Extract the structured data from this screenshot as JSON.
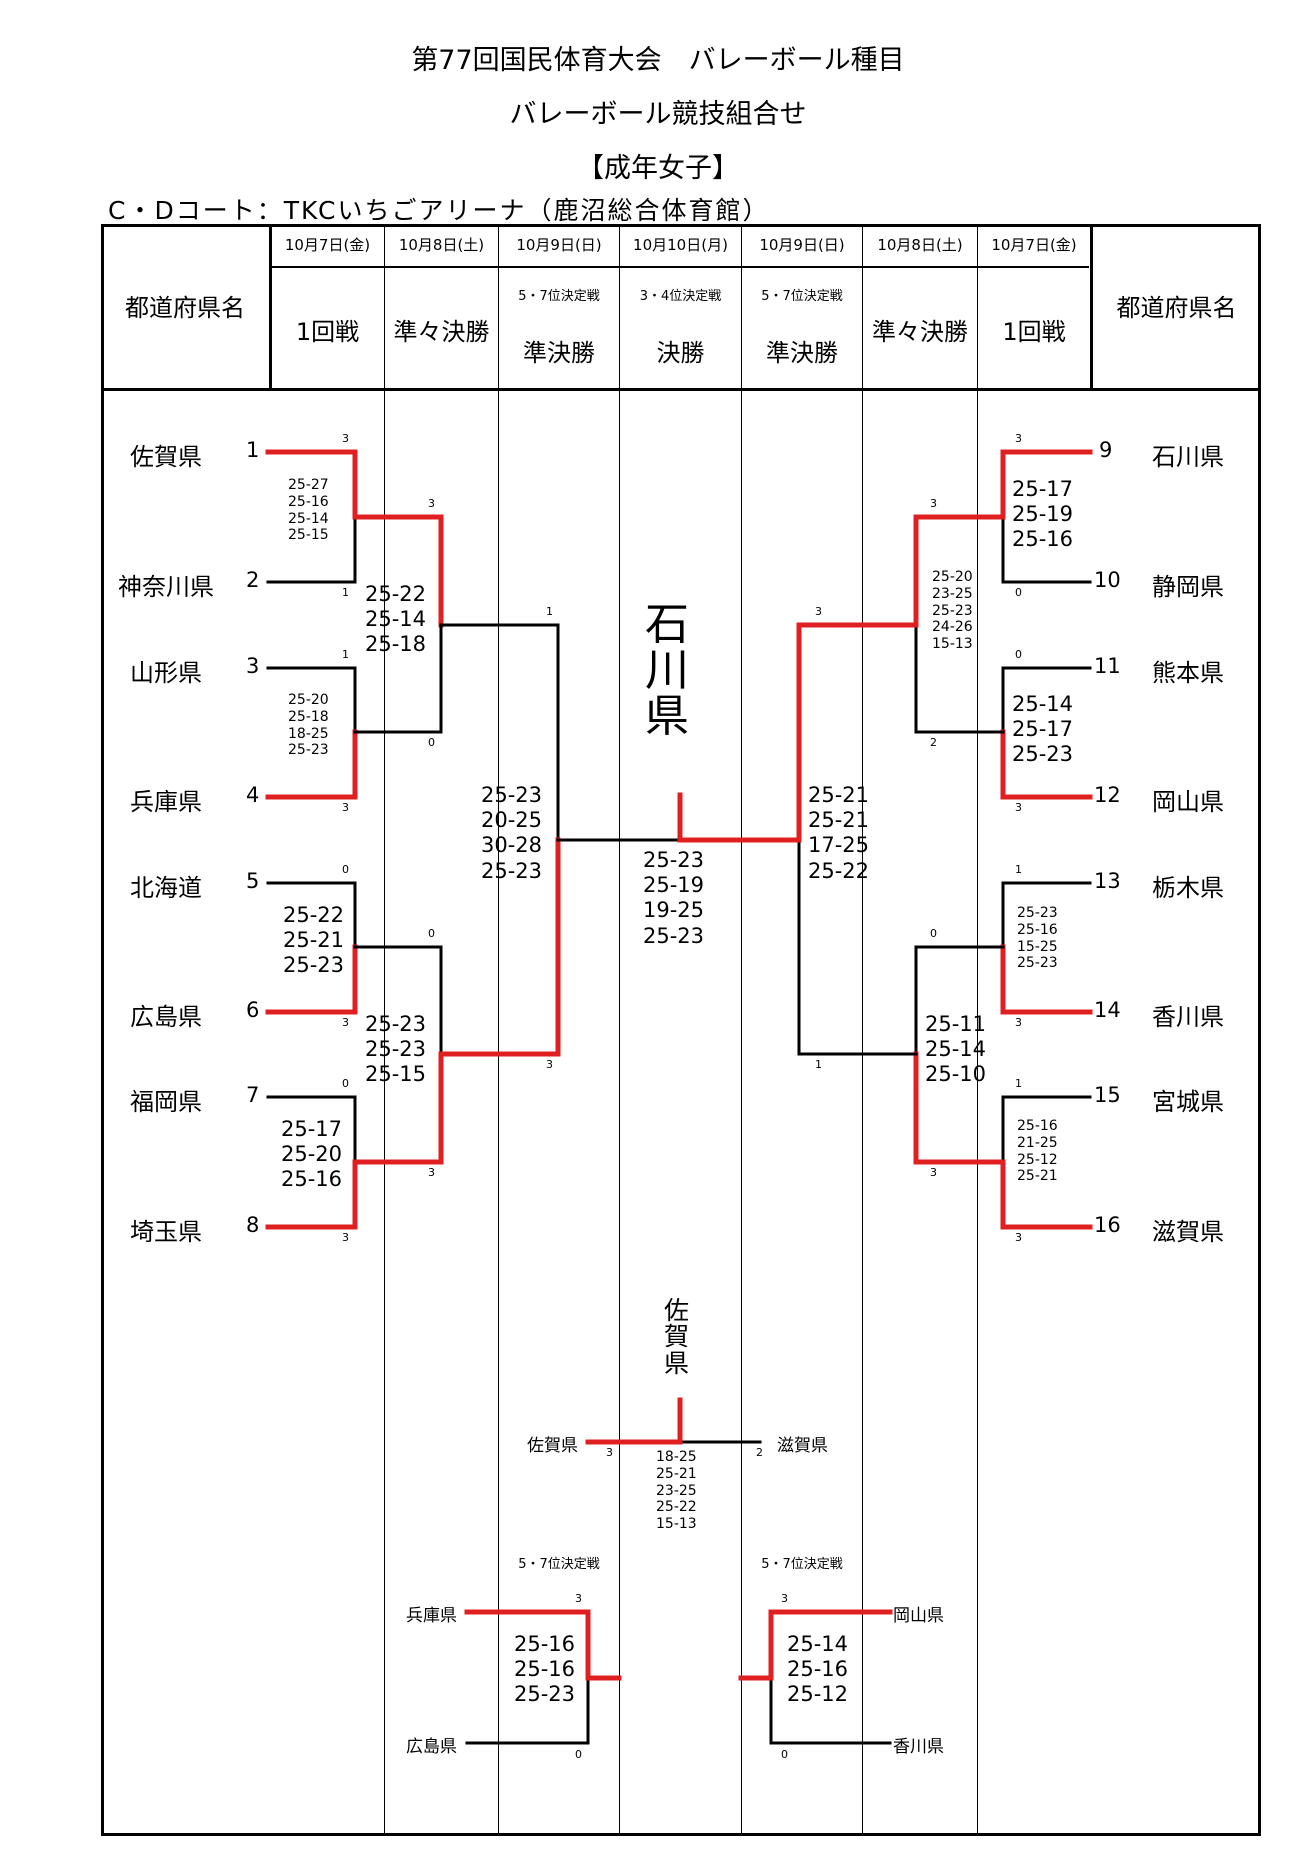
{
  "header": {
    "title": "第77回国民体育大会　バレーボール種目",
    "subtitle": "バレーボール競技組合せ",
    "division": "【成年女子】",
    "court": "C・Dコート：TKCいちごアリーナ（鹿沼総合体育館）"
  },
  "columns": {
    "pref_name": "都道府県名",
    "dates": [
      "10月7日(金)",
      "10月8日(土)",
      "10月9日(日)",
      "10月10日(月)",
      "10月9日(日)",
      "10月8日(土)",
      "10月7日(金)"
    ],
    "rounds": [
      "1回戦",
      "準々決勝",
      "準決勝",
      "決勝",
      "準決勝",
      "準々決勝",
      "1回戦"
    ],
    "sub_labels": [
      "5・7位決定戦",
      "3・4位決定戦",
      "5・7位決定戦"
    ]
  },
  "teams": [
    {
      "seed": "1",
      "name": "佐賀県"
    },
    {
      "seed": "2",
      "name": "神奈川県"
    },
    {
      "seed": "3",
      "name": "山形県"
    },
    {
      "seed": "4",
      "name": "兵庫県"
    },
    {
      "seed": "5",
      "name": "北海道"
    },
    {
      "seed": "6",
      "name": "広島県"
    },
    {
      "seed": "7",
      "name": "福岡県"
    },
    {
      "seed": "8",
      "name": "埼玉県"
    },
    {
      "seed": "9",
      "name": "石川県"
    },
    {
      "seed": "10",
      "name": "静岡県"
    },
    {
      "seed": "11",
      "name": "熊本県"
    },
    {
      "seed": "12",
      "name": "岡山県"
    },
    {
      "seed": "13",
      "name": "栃木県"
    },
    {
      "seed": "14",
      "name": "香川県"
    },
    {
      "seed": "15",
      "name": "宮城県"
    },
    {
      "seed": "16",
      "name": "滋賀県"
    }
  ],
  "set_wins": {
    "r1_1v2": [
      "3",
      "1"
    ],
    "r1_3v4": [
      "1",
      "3"
    ],
    "r1_5v6": [
      "0",
      "3"
    ],
    "r1_7v8": [
      "0",
      "3"
    ],
    "r1_9v10": [
      "3",
      "0"
    ],
    "r1_11v12": [
      "0",
      "3"
    ],
    "r1_13v14": [
      "1",
      "3"
    ],
    "r1_15v16": [
      "1",
      "3"
    ],
    "qf_L1": [
      "3",
      "0"
    ],
    "qf_L2": [
      "0",
      "3"
    ],
    "qf_R1": [
      "3",
      "2"
    ],
    "qf_R2": [
      "0",
      "3"
    ],
    "sf_L": [
      "1",
      "3"
    ],
    "sf_R": [
      "3",
      "1"
    ],
    "third": [
      "3",
      "2"
    ],
    "fifth_L": [
      "3",
      "0"
    ],
    "fifth_R": [
      "3",
      "0"
    ]
  },
  "set_scores": {
    "r1_1v2": "25-27\n25-16\n25-14\n25-15",
    "r1_3v4": "25-20\n25-18\n18-25\n25-23",
    "r1_5v6": "25-22\n25-21\n25-23",
    "r1_7v8": "25-17\n25-20\n25-16",
    "r1_9v10": "25-17\n25-19\n25-16",
    "r1_11v12": "25-14\n25-17\n25-23",
    "r1_13v14": "25-23\n25-16\n15-25\n25-23",
    "r1_15v16": "25-16\n21-25\n25-12\n25-21",
    "qf_L1": "25-22\n25-14\n25-18",
    "qf_L2": "25-23\n25-23\n25-15",
    "qf_R1": "25-20\n23-25\n25-23\n24-26\n15-13",
    "qf_R2": "25-11\n25-14\n25-10",
    "sf_L": "25-23\n20-25\n30-28\n25-23",
    "sf_R": "25-21\n25-21\n17-25\n25-22",
    "final": "25-23\n25-19\n19-25\n25-23",
    "third": "18-25\n25-21\n23-25\n25-22\n15-13",
    "fifth_L": "25-16\n25-16\n25-23",
    "fifth_R": "25-14\n25-16\n25-12"
  },
  "champion": "石\n川\n県",
  "third_place": {
    "winner": "佐\n賀\n県",
    "left_team": "佐賀県",
    "right_team": "滋賀県"
  },
  "fifth_place": {
    "label_left": "5・7位決定戦",
    "label_right": "5・7位決定戦",
    "left_top": "兵庫県",
    "left_bottom": "広島県",
    "right_top": "岡山県",
    "right_bottom": "香川県"
  },
  "colors": {
    "winner_line": "#e02020",
    "loser_line": "#000000"
  }
}
